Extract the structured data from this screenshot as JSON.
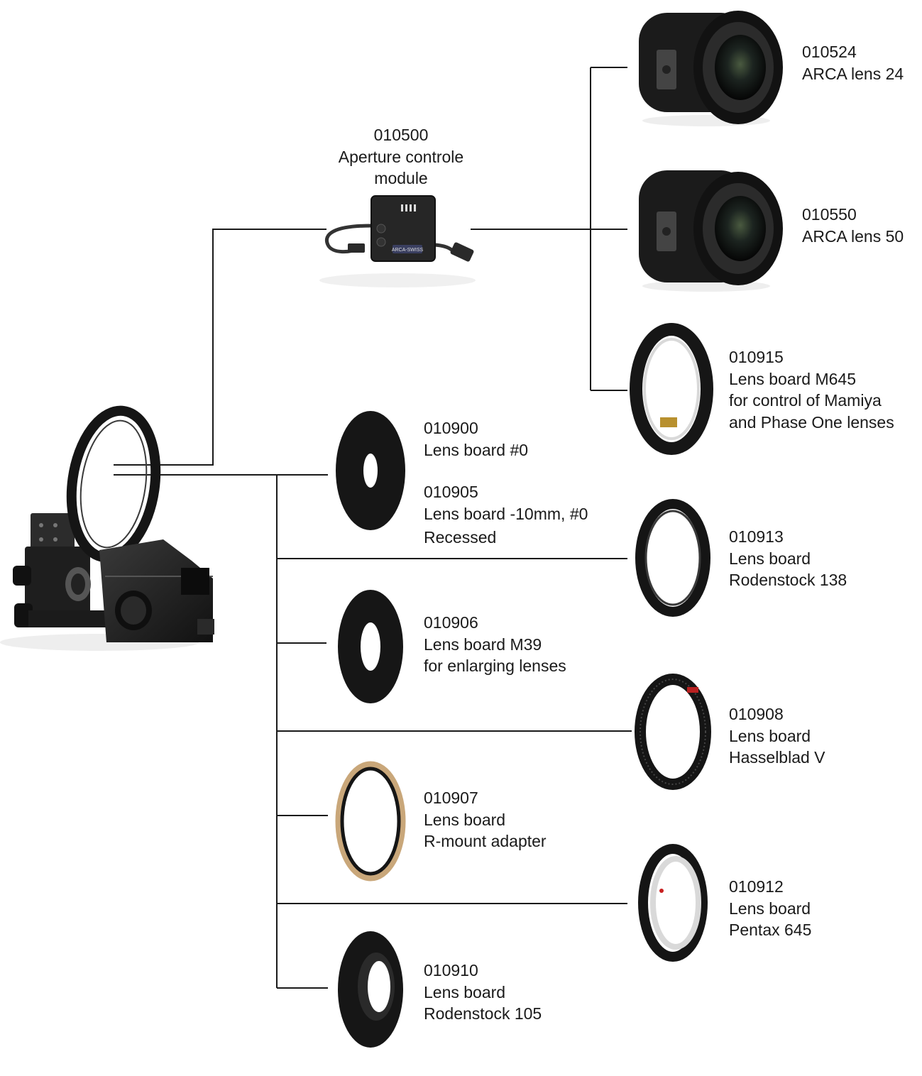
{
  "diagram": {
    "module": {
      "code": "010500",
      "lines": [
        "Aperture controle",
        "module"
      ],
      "badge": "ARCA-SWISS"
    },
    "items": {
      "arca24": {
        "code": "010524",
        "lines": [
          "ARCA lens 24"
        ]
      },
      "arca50": {
        "code": "010550",
        "lines": [
          "ARCA lens 50"
        ]
      },
      "m645": {
        "code": "010915",
        "lines": [
          "Lens board M645",
          "for control of Mamiya",
          "and Phase One lenses"
        ]
      },
      "lb0": {
        "code": "010900",
        "lines": [
          "Lens board #0"
        ]
      },
      "lb0r": {
        "code": "010905",
        "lines": [
          "Lens board -10mm, #0",
          "Recessed"
        ]
      },
      "rod138": {
        "code": "010913",
        "lines": [
          "Lens board",
          "Rodenstock 138"
        ]
      },
      "m39": {
        "code": "010906",
        "lines": [
          "Lens board M39",
          "for enlarging lenses"
        ]
      },
      "hassel": {
        "code": "010908",
        "lines": [
          "Lens board",
          "Hasselblad V"
        ]
      },
      "rmount": {
        "code": "010907",
        "lines": [
          "Lens board",
          "R-mount adapter"
        ]
      },
      "pentax": {
        "code": "010912",
        "lines": [
          "Lens board",
          "Pentax 645"
        ]
      },
      "rod105": {
        "code": "010910",
        "lines": [
          "Lens board",
          "Rodenstock 105"
        ]
      }
    }
  },
  "colors": {
    "line": "#1a1a1a",
    "metal": "#222222",
    "brass": "#c9a77a",
    "silver": "#d9d9d9",
    "background": "#ffffff"
  }
}
